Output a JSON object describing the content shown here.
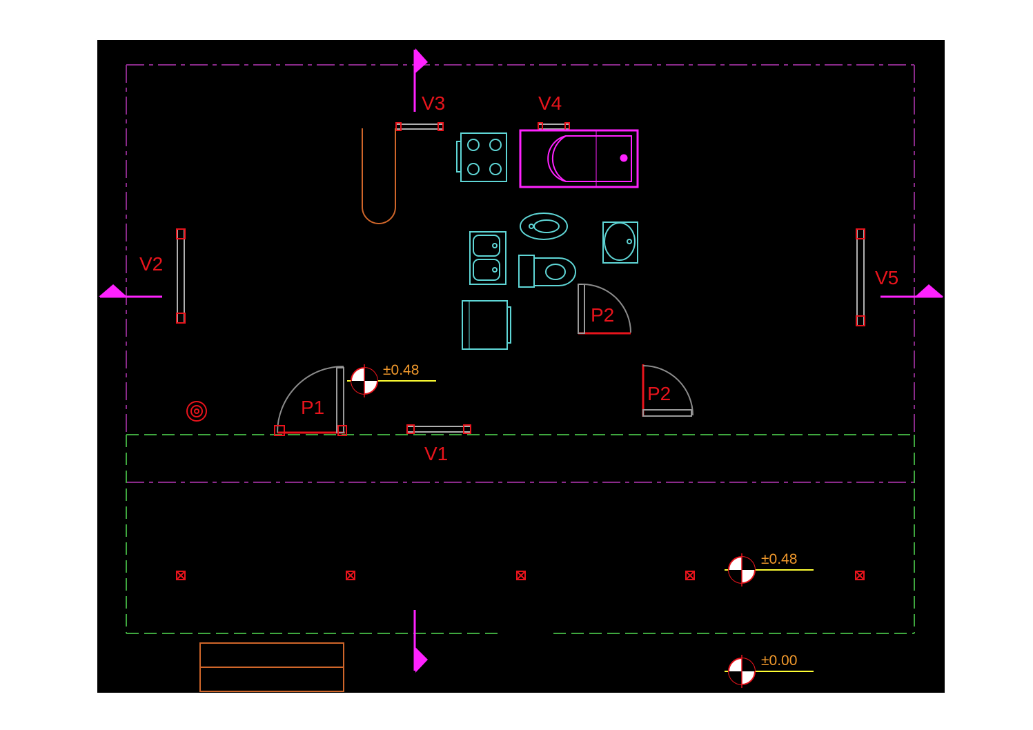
{
  "colors": {
    "background": "#000000",
    "page": "#ffffff",
    "label_red": "#e8141c",
    "axis_magenta": "#ff22ff",
    "line_purple": "#8a2a8a",
    "line_green": "#3fa83f",
    "fixture_cyan": "#5fd6d6",
    "door_gray": "#8c8c8c",
    "level_orange": "#f39a2c",
    "level_yellow": "#ffff33",
    "shower_orange": "#d0662a"
  },
  "windows": {
    "v1": "V1",
    "v2": "V2",
    "v3": "V3",
    "v4": "V4",
    "v5": "V5"
  },
  "doors": {
    "p1": "P1",
    "p2_upper": "P2",
    "p2_lower": "P2"
  },
  "levels": {
    "interior": "±0.48",
    "terrace": "±0.48",
    "ground": "±0.00"
  },
  "icons": {
    "section_marker": "triangle-flag-icon",
    "level_marker": "quartered-circle-icon",
    "column": "crossed-square-icon",
    "drain": "concentric-circle-icon"
  }
}
